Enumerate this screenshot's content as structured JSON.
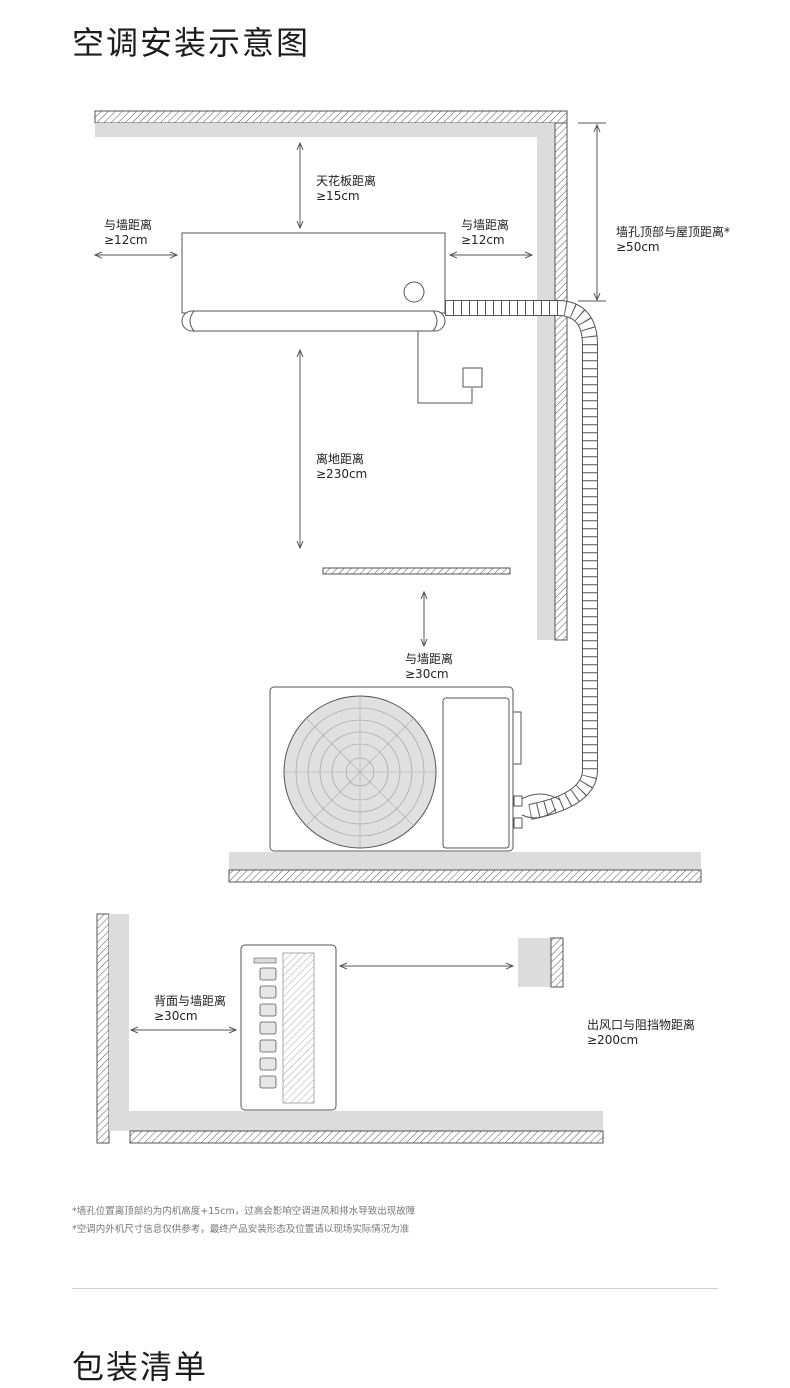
{
  "title": "空调安装示意图",
  "section2_title": "包装清单",
  "labels": {
    "ceiling": {
      "name": "天花板距离",
      "value": "≥15cm"
    },
    "left_wall": {
      "name": "与墙距离",
      "value": "≥12cm"
    },
    "right_wall": {
      "name": "与墙距离",
      "value": "≥12cm"
    },
    "roof": {
      "name": "墙孔顶部与屋顶距离*",
      "value": "≥50cm"
    },
    "floor": {
      "name": "离地距离",
      "value": "≥230cm"
    },
    "outdoor_wall": {
      "name": "与墙距离",
      "value": "≥30cm"
    },
    "back_wall": {
      "name": "背面与墙距离",
      "value": "≥30cm"
    },
    "outlet": {
      "name": "出风口与阻挡物距离",
      "value": "≥200cm"
    }
  },
  "notes": [
    "*墙孔位置离顶部约为内机高度+15cm，过高会影响空调进风和排水导致出现故障",
    "*空调内外机尺寸信息仅供参考，最终产品安装形态及位置请以现场实际情况为准"
  ],
  "colors": {
    "wall_fill": "#dcdcdc",
    "line": "#555555",
    "text": "#222222"
  }
}
